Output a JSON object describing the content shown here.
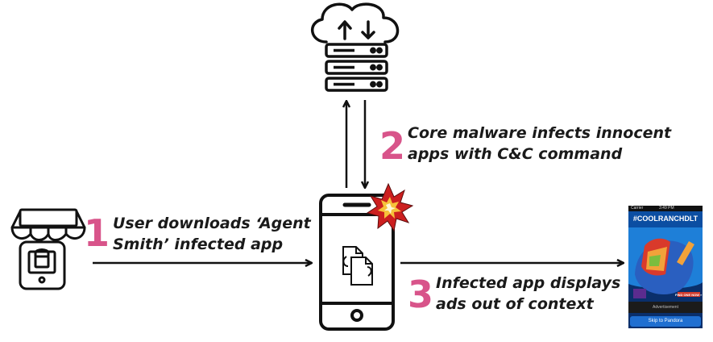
{
  "steps": [
    {
      "number": "1",
      "lines": [
        "User downloads ‘Agent",
        "Smith’ infected app"
      ]
    },
    {
      "number": "2",
      "lines": [
        "Core malware infects innocent",
        "apps with C&C command"
      ]
    },
    {
      "number": "3",
      "lines": [
        "Infected app displays",
        "ads out of context"
      ]
    }
  ],
  "ad_screen": {
    "status_carrier": "Carrier",
    "status_time": "3:49 PM",
    "hashtag": "#COOLRANCHDLT",
    "find_label": "FIND ONE NOW »",
    "advertisement_label": "Advertisement",
    "skip_label": "Skip to Pandora"
  },
  "icons": {
    "cloud": "cloud-sync-icon",
    "server": "server-stack-icon",
    "store": "app-store-icon",
    "phone": "smartphone-icon",
    "files": "copy-files-icon",
    "burst": "explosion-icon"
  },
  "colors": {
    "accent": "#d8548a",
    "stroke": "#111111",
    "burst": "#cc1f1f",
    "burst_inner": "#f6c23a"
  }
}
